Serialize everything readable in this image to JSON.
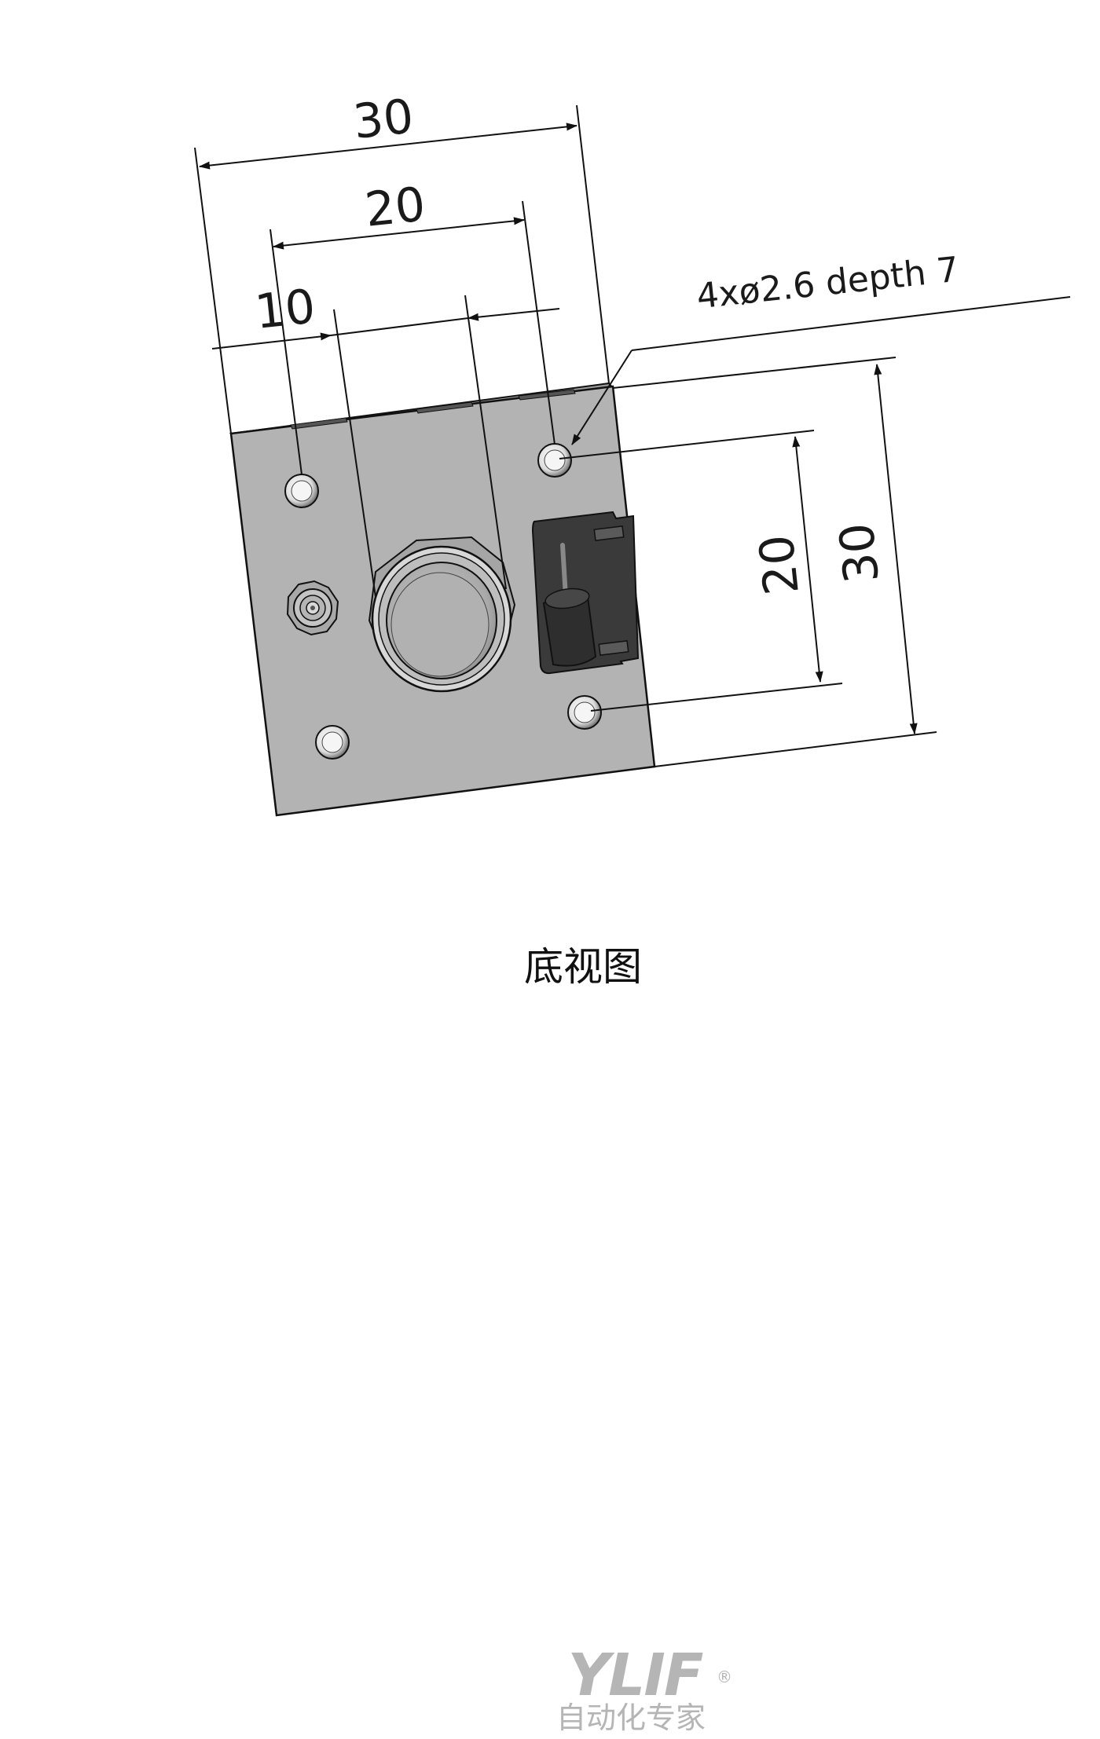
{
  "drawing": {
    "caption": "底视图",
    "note": "4xø2.6 depth 7",
    "dimensions": {
      "top_outer": "30",
      "top_middle": "20",
      "top_inner": "10",
      "right_inner": "20",
      "right_outer": "30"
    }
  },
  "logo": {
    "brand": "YLIF",
    "registered": "®",
    "tagline": "自动化专家"
  },
  "colors": {
    "plate": "#b3b3b3",
    "plate_edge": "#8a8a8a",
    "connector": "#3a3a3a",
    "line": "#111111",
    "logo": "#b5b5b5"
  }
}
